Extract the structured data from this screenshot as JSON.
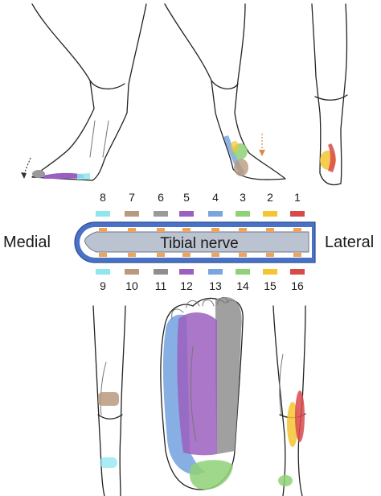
{
  "labels": {
    "medial": "Medial",
    "lateral": "Lateral",
    "nerve": "Tibial nerve"
  },
  "top_numbers": [
    "8",
    "7",
    "6",
    "5",
    "4",
    "3",
    "2",
    "1"
  ],
  "bottom_numbers": [
    "9",
    "10",
    "11",
    "12",
    "13",
    "14",
    "15",
    "16"
  ],
  "colors": {
    "c1": "#d9494a",
    "c2": "#f4c431",
    "c3": "#8fd177",
    "c4": "#7aa6e0",
    "c5": "#9b5fc0",
    "c6": "#9a9a9a",
    "c7": "#b89a7e",
    "c8": "#8ee6ef",
    "c11": "#8f8f8f",
    "c12": "#9b5fc0",
    "c13": "#7aa6e0",
    "c14": "#8fd177",
    "c15": "#f4c431",
    "c16": "#d9494a",
    "nerve_outer": "#4a72c4",
    "nerve_inner": "#bcc3d0",
    "electrode": "#f0a45a"
  },
  "icons": {
    "arrow_left": "dotted-arrow-icon",
    "arrow_right": "dotted-arrow-icon"
  }
}
